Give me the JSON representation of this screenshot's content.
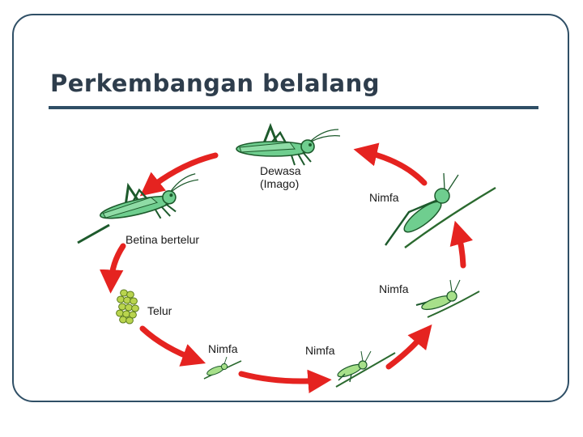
{
  "title": "Perkembangan belalang",
  "colors": {
    "arrow": "#e52320",
    "grasshopper_body": "#6fce8f",
    "grasshopper_outline": "#1d5a2c",
    "egg": "#b9d44e",
    "frame": "#2f4f66"
  },
  "stages": {
    "adult_line1": "Dewasa",
    "adult_line2": "(Imago)",
    "nymph_large": "Nimfa",
    "nymph_medium": "Nimfa",
    "nymph_small_right": "Nimfa",
    "nymph_small_left": "Nimfa",
    "egg": "Telur",
    "female_laying": "Betina bertelur"
  },
  "icons": [
    "grasshopper-adult-icon",
    "grasshopper-female-icon",
    "grasshopper-nymph-icon",
    "egg-cluster-icon",
    "cycle-arrow-icon"
  ]
}
